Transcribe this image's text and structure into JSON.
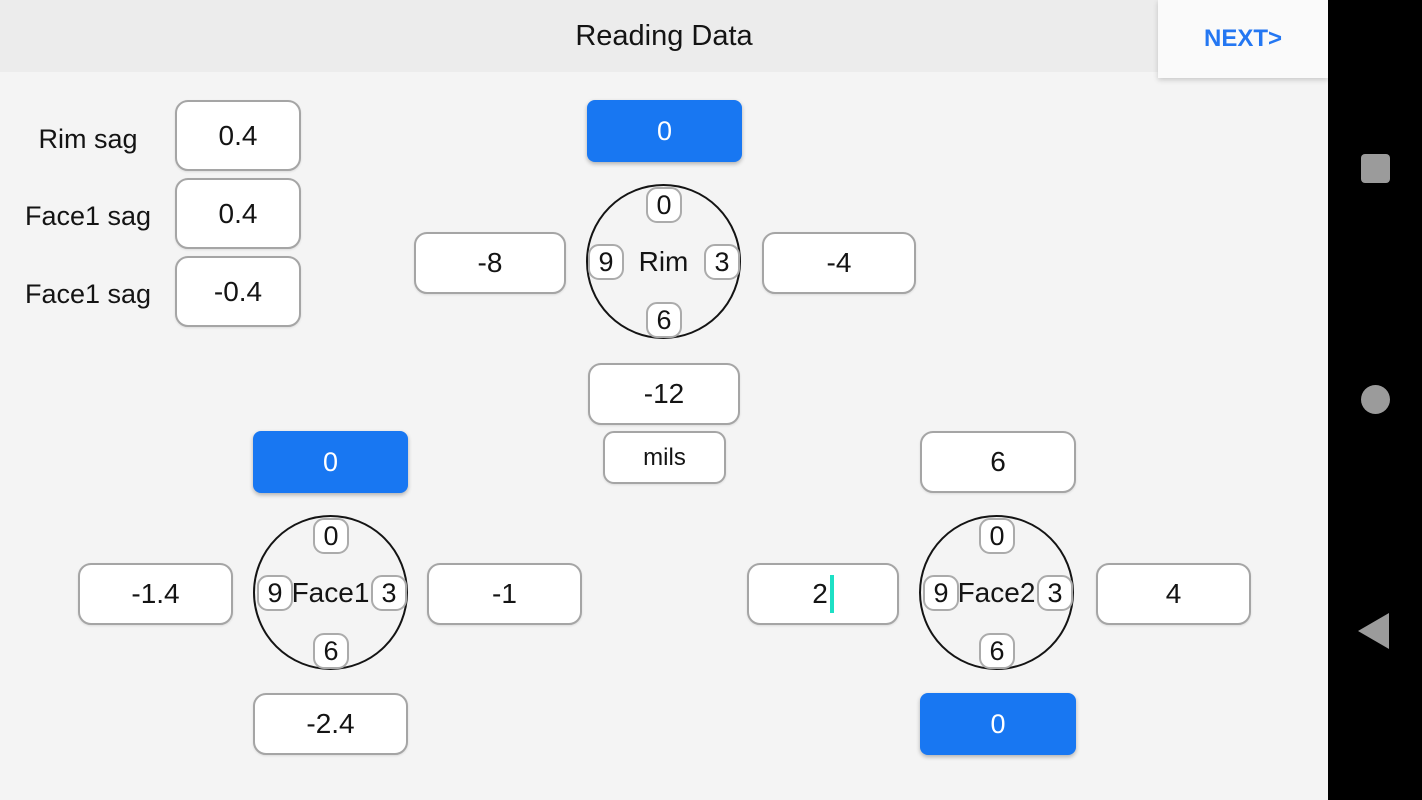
{
  "header": {
    "title": "Reading Data",
    "next_label": "NEXT>"
  },
  "sag": {
    "rows": [
      {
        "label": "Rim sag",
        "value": "0.4"
      },
      {
        "label": "Face1 sag",
        "value": "0.4"
      },
      {
        "label": "Face1 sag",
        "value": "-0.4"
      }
    ]
  },
  "rim": {
    "label": "Rim",
    "pos_top": "0",
    "pos_right": "3",
    "pos_bottom": "6",
    "pos_left": "9",
    "val_top": "0",
    "val_left": "-8",
    "val_right": "-4",
    "val_bottom": "-12"
  },
  "face1": {
    "label": "Face1",
    "pos_top": "0",
    "pos_right": "3",
    "pos_bottom": "6",
    "pos_left": "9",
    "val_top": "0",
    "val_left": "-1.4",
    "val_right": "-1",
    "val_bottom": "-2.4"
  },
  "face2": {
    "label": "Face2",
    "pos_top": "0",
    "pos_right": "3",
    "pos_bottom": "6",
    "pos_left": "9",
    "val_top": "6",
    "val_left": "2",
    "val_right": "4",
    "val_bottom": "0"
  },
  "units": {
    "label": "mils"
  },
  "nav": {
    "recents_icon": "square-icon",
    "home_icon": "circle-icon",
    "back_icon": "back-triangle-icon"
  },
  "colors": {
    "accent_blue": "#1877F2",
    "next_blue": "#2477F2",
    "cursor_teal": "#1DE0C5",
    "topbar_gray": "#ECECEC",
    "content_gray": "#F4F4F4",
    "nav_icon_gray": "#9B9B9B"
  }
}
